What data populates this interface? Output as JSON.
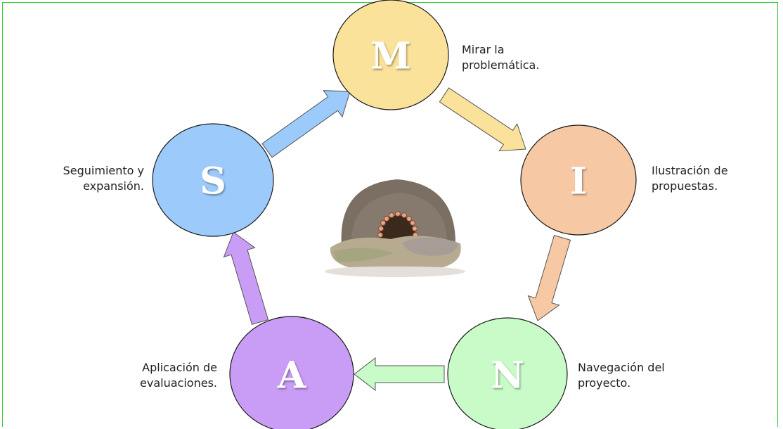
{
  "stages": [
    {
      "id": "M",
      "letter": "M",
      "caption": [
        "Mirar la",
        "problemática."
      ],
      "fill": "#fbe29a",
      "arrow_color": "#fbe29a"
    },
    {
      "id": "I",
      "letter": "I",
      "caption": [
        "Ilustración de",
        "propuestas."
      ],
      "fill": "#f6c8a4",
      "arrow_color": "#f6c8a4"
    },
    {
      "id": "N",
      "letter": "N",
      "caption": [
        "Navegación del",
        "proyecto."
      ],
      "fill": "#c8fbc8",
      "arrow_color": "#c8fbc8"
    },
    {
      "id": "A",
      "letter": "A",
      "caption": [
        "Aplicación de",
        "evaluaciones."
      ],
      "fill": "#c99cf6",
      "arrow_color": "#c99cf6"
    },
    {
      "id": "S",
      "letter": "S",
      "caption": [
        "Seguimiento y",
        "expansión."
      ],
      "fill": "#9ccbfb",
      "arrow_color": "#9ccbfb"
    }
  ],
  "center_image": "oven-illustration",
  "colors": {
    "frame_border": "#33cc33",
    "node_stroke": "#1a1a1a",
    "arrow_stroke": "#555555"
  }
}
